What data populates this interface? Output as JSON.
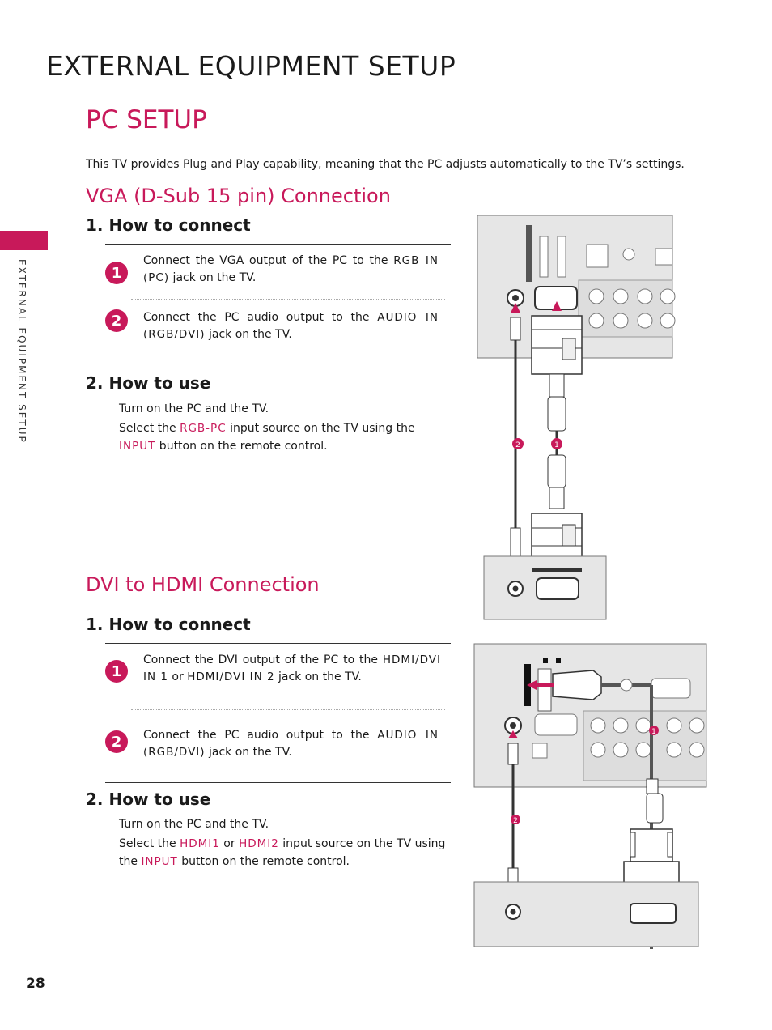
{
  "header": {
    "title": "EXTERNAL EQUIPMENT SETUP"
  },
  "page_title": "PC SETUP",
  "intro": "This TV provides Plug and Play capability, meaning that the PC adjusts automatically to the TV’s settings.",
  "side_label": "EXTERNAL EQUIPMENT SETUP",
  "page_number": "28",
  "vga": {
    "title": "VGA (D-Sub 15 pin) Connection",
    "connect_heading": "1. How to connect",
    "steps": [
      {
        "number": "1",
        "text_a": "Connect the VGA output of the PC to the ",
        "kw1": "RGB IN (PC)",
        "text_b": " jack on the TV."
      },
      {
        "number": "2",
        "text_a": "Connect the PC audio output to the ",
        "kw1": "AUDIO IN (RGB/DVI)",
        "text_b": " jack on the TV."
      }
    ],
    "use_heading": "2. How to use",
    "use_line1": "Turn on the PC and the TV.",
    "use_line2_a": "Select the ",
    "use_line2_kw": "RGB-PC",
    "use_line2_b": " input source on the TV using the",
    "use_line3_kw": "INPUT",
    "use_line3_b": " button on the remote control.",
    "diagram_labels": {
      "cable1": "1",
      "cable2": "2"
    }
  },
  "dvi": {
    "title": "DVI to HDMI Connection",
    "connect_heading": "1. How to connect",
    "steps": [
      {
        "number": "1",
        "text_a": "Connect the DVI output of the PC to the ",
        "kw1": "HDMI/DVI IN 1",
        "text_mid": " or ",
        "kw2": "HDMI/DVI IN 2",
        "text_b": " jack on the TV."
      },
      {
        "number": "2",
        "text_a": "Connect the PC audio output to the ",
        "kw1": "AUDIO IN (RGB/DVI)",
        "text_b": " jack on the TV."
      }
    ],
    "use_heading": "2. How to use",
    "use_line1": "Turn on the PC and the TV.",
    "use_line2_a": "Select the ",
    "use_line2_kw1": "HDMI1",
    "use_line2_mid": " or ",
    "use_line2_kw2": "HDMI2",
    "use_line2_b": " input source on the TV using",
    "use_line3_a": "the ",
    "use_line3_kw": "INPUT",
    "use_line3_b": " button on the remote control.",
    "diagram_labels": {
      "cable1": "1",
      "cable2": "2"
    }
  },
  "colors": {
    "accent": "#c8195a",
    "panel": "#e6e6e6"
  }
}
